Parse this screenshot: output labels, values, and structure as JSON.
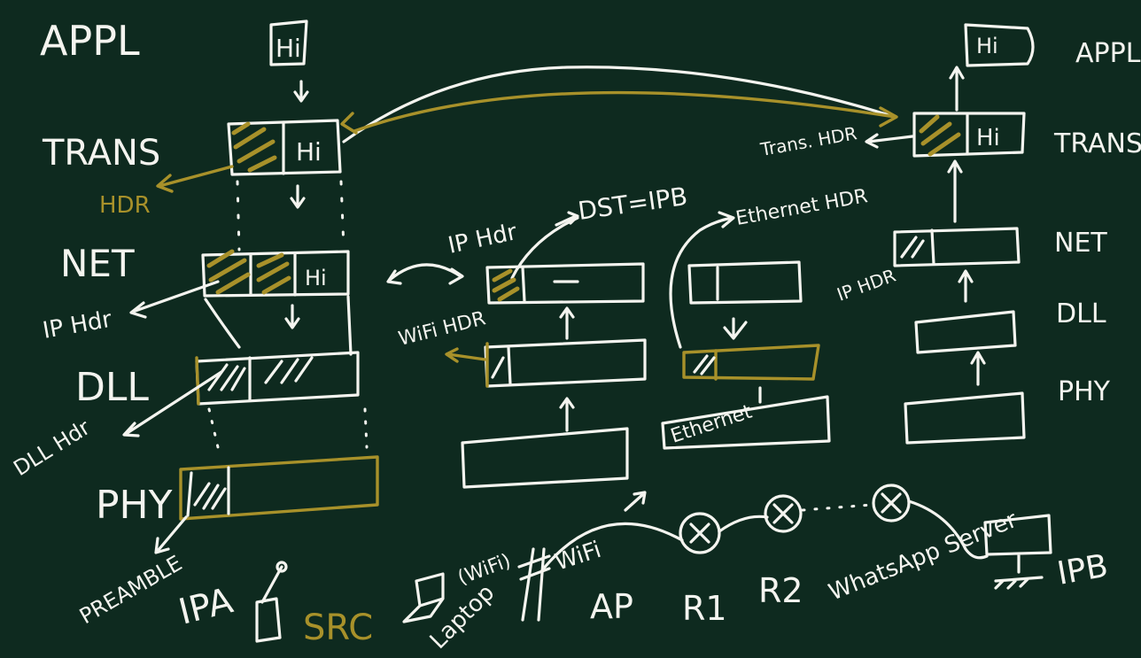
{
  "colors": {
    "background": "#0e2a1f",
    "chalk": "#f4f4ef",
    "gold": "#a8912a"
  },
  "left_stack": {
    "appl": "APPL",
    "trans": "TRANS",
    "net": "NET",
    "dll": "DLL",
    "phy": "PHY",
    "message": "Hi",
    "trans_payload": "Hi",
    "net_payload": "Hi",
    "hdr_label": "HDR",
    "ip_hdr_label": "IP Hdr",
    "dll_hdr_label": "DLL Hdr",
    "preamble_label": "PREAMBLE",
    "src_ip": "IPA",
    "src_label": "SRC"
  },
  "middle": {
    "ip_hdr_label": "IP Hdr",
    "dst_label": "DST=IPB",
    "wifi_hdr_label": "WiFi HDR",
    "ethernet_hdr_label": "Ethernet HDR",
    "ethernet_link_label": "Ethernet"
  },
  "right_stack": {
    "appl": "APPL",
    "trans": "TRANS",
    "net": "NET",
    "dll": "DLL",
    "phy": "PHY",
    "message": "Hi",
    "trans_payload": "Hi",
    "trans_hdr_label": "Trans. HDR",
    "ip_hdr_label": "IP HDR",
    "dst_ip": "IPB"
  },
  "network_path": {
    "laptop_label": "Laptop",
    "wifi_note": "(WiFi)",
    "wifi_label": "WiFi",
    "ap_label": "AP",
    "r1_label": "R1",
    "r2_label": "R2",
    "server_label": "WhatsApp Server"
  }
}
